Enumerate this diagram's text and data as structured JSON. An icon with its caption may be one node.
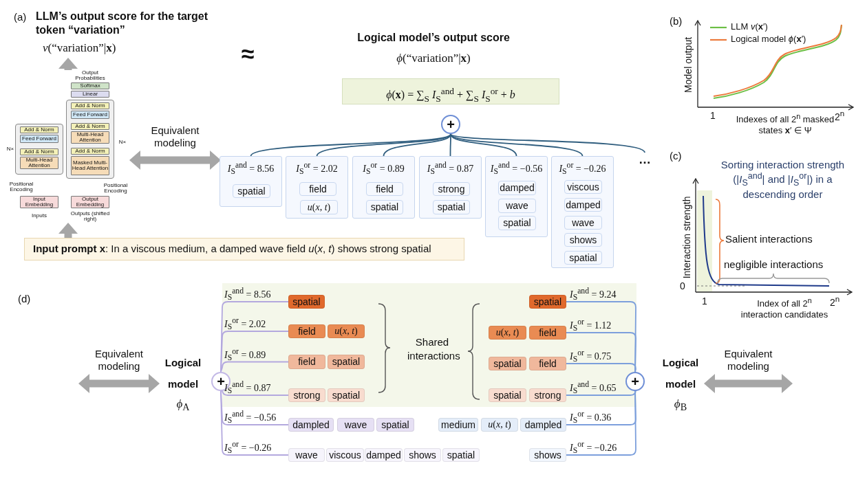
{
  "diagram": {
    "nodes": [
      {
        "text": [
          "LLM’s output score for the target token “variation”",
          "*v*(“variation”|**x**)"
        ]
      },
      {
        "text": [
          "Output Probabilities",
          "Softmax",
          "Linear",
          "Add & Norm",
          "Feed Forward",
          "Add & Norm",
          "Multi-Head Attention",
          "Add & Norm",
          "Masked Multi-Head Attention",
          "N×",
          "Add & Norm",
          "Feed Forward",
          "Add & Norm",
          "Multi-Head Attention",
          "N×",
          "Positional Encoding",
          "Positional Encoding",
          "Input Embedding",
          "Output Embedding",
          "Inputs",
          "Outputs (shifted right)"
        ]
      },
      {
        "text": [
          "**Input prompt x**: In a viscous medium, a damped wave field *u*(*x*, *t*) shows strong spatial"
        ]
      },
      {
        "text": [
          "Logical model’s output score",
          "*ϕ*(“variation”|**x**)"
        ]
      },
      {
        "text": [
          "*ϕ*(**x**) = ∑$_{S}$ *I*$_{S}$$^{and}$ + ∑$_{S}$ *I*$_{S}$$^{or}$ + *b*"
        ]
      },
      {
        "text": [
          "+"
        ]
      },
      {
        "text": [
          "*I*$_{S}$$^{and}$ = 8.56"
        ]
      },
      {
        "text": [
          "spatial"
        ],
        "in": 6
      },
      {
        "text": [
          "*I*$_{S}$$^{or}$ = 2.02"
        ]
      },
      {
        "text": [
          "field"
        ],
        "in": 8
      },
      {
        "text": [
          "*u*(*x*, *t*)"
        ],
        "in": 8
      },
      {
        "text": [
          "*I*$_{S}$$^{or}$ = 0.89"
        ]
      },
      {
        "text": [
          "field"
        ],
        "in": 11
      },
      {
        "text": [
          "spatial"
        ],
        "in": 11
      },
      {
        "text": [
          "*I*$_{S}$$^{and}$ = 0.87"
        ]
      },
      {
        "text": [
          "strong"
        ],
        "in": 14
      },
      {
        "text": [
          "spatial"
        ],
        "in": 14
      },
      {
        "text": [
          "*I*$_{S}$$^{and}$ = −0.56"
        ]
      },
      {
        "text": [
          "damped"
        ],
        "in": 17
      },
      {
        "text": [
          "wave"
        ],
        "in": 17
      },
      {
        "text": [
          "spatial"
        ],
        "in": 17
      },
      {
        "text": [
          "*I*$_{S}$$^{or}$ = −0.26"
        ]
      },
      {
        "text": [
          "viscous"
        ],
        "in": 21
      },
      {
        "text": [
          "damped"
        ],
        "in": 21
      },
      {
        "text": [
          "wave"
        ],
        "in": 21
      },
      {
        "text": [
          "shows"
        ],
        "in": 21
      },
      {
        "text": [
          "spatial"
        ],
        "in": 21
      },
      {
        "text": [
          "…"
        ]
      },
      {
        "text": [
          "Logical model",
          "*ϕ*$_{A}$"
        ]
      },
      {
        "text": [
          "+"
        ]
      },
      {
        "text": [
          "Shared interactions"
        ]
      },
      {
        "text": [
          "spatial"
        ],
        "in": 30
      },
      {
        "text": [
          "field"
        ],
        "in": 30
      },
      {
        "text": [
          "*u*(*x*, *t*)"
        ],
        "in": 30
      },
      {
        "text": [
          "field"
        ],
        "in": 30
      },
      {
        "text": [
          "spatial"
        ],
        "in": 30
      },
      {
        "text": [
          "strong"
        ],
        "in": 30
      },
      {
        "text": [
          "spatial"
        ],
        "in": 30
      },
      {
        "text": [
          "spatial"
        ],
        "in": 30
      },
      {
        "text": [
          "*u*(*x*, *t*)"
        ],
        "in": 30
      },
      {
        "text": [
          "field"
        ],
        "in": 30
      },
      {
        "text": [
          "spatial"
        ],
        "in": 30
      },
      {
        "text": [
          "field"
        ],
        "in": 30
      },
      {
        "text": [
          "spatial"
        ],
        "in": 30
      },
      {
        "text": [
          "strong"
        ],
        "in": 30
      },
      {
        "text": [
          "dampled"
        ]
      },
      {
        "text": [
          "wave"
        ]
      },
      {
        "text": [
          "spatial"
        ]
      },
      {
        "text": [
          "wave"
        ]
      },
      {
        "text": [
          "viscous"
        ]
      },
      {
        "text": [
          "damped"
        ]
      },
      {
        "text": [
          "shows"
        ]
      },
      {
        "text": [
          "spatial"
        ]
      },
      {
        "text": [
          "medium"
        ]
      },
      {
        "text": [
          "*u*(*x*, *t*)"
        ]
      },
      {
        "text": [
          "dampled"
        ]
      },
      {
        "text": [
          "shows"
        ]
      },
      {
        "text": [
          "+"
        ]
      },
      {
        "text": [
          "Logical model",
          "*ϕ*$_{B}$"
        ]
      }
    ],
    "edges": [
      {
        "from": 1,
        "to": 0,
        "arrow": "to",
        "style": "thick",
        "color": "#a6a6a6"
      },
      {
        "from": 2,
        "to": 1,
        "arrow": "to",
        "style": "thick",
        "color": "#a6a6a6"
      },
      {
        "from": 1,
        "to": 6,
        "arrow": "both",
        "label": "Equivalent modeling",
        "style": "thick",
        "color": "#a6a6a6"
      },
      {
        "from": 6,
        "to": 5,
        "arrow": "none"
      },
      {
        "from": 8,
        "to": 5,
        "arrow": "none"
      },
      {
        "from": 11,
        "to": 5,
        "arrow": "none"
      },
      {
        "from": 14,
        "to": 5,
        "arrow": "none"
      },
      {
        "from": 17,
        "to": 5,
        "arrow": "none"
      },
      {
        "from": 21,
        "to": 5,
        "arrow": "none"
      },
      {
        "from": 27,
        "to": 5,
        "arrow": "none"
      },
      {
        "from": null,
        "to": 28,
        "arrow": "both",
        "label": "Equivalent modeling",
        "style": "thick",
        "color": "#a6a6a6"
      },
      {
        "from": 29,
        "to": 31,
        "arrow": "none",
        "label": "*I*$_{S}$$^{and}$ = 8.56",
        "color": "#b3a8de"
      },
      {
        "from": 29,
        "to": 32,
        "arrow": "none",
        "label": "*I*$_{S}$$^{or}$ = 2.02",
        "color": "#b3a8de"
      },
      {
        "from": 29,
        "to": 34,
        "arrow": "none",
        "label": "*I*$_{S}$$^{or}$ = 0.89",
        "color": "#b3a8de"
      },
      {
        "from": 29,
        "to": 36,
        "arrow": "none",
        "label": "*I*$_{S}$$^{and}$ = 0.87",
        "color": "#b3a8de"
      },
      {
        "from": 29,
        "to": 45,
        "arrow": "none",
        "label": "*I*$_{S}$$^{and}$ = −0.56",
        "color": "#b3a8de"
      },
      {
        "from": 29,
        "to": 48,
        "arrow": "none",
        "label": "*I*$_{S}$$^{or}$ = −0.26",
        "color": "#b3a8de"
      },
      {
        "from": 57,
        "to": 38,
        "arrow": "none",
        "label": "*I*$_{S}$$^{and}$ = 9.24",
        "color": "#7c9fdc"
      },
      {
        "from": 57,
        "to": 40,
        "arrow": "none",
        "label": "*I*$_{S}$$^{or}$ = 1.12",
        "color": "#7c9fdc"
      },
      {
        "from": 57,
        "to": 42,
        "arrow": "none",
        "label": "*I*$_{S}$$^{or}$ = 0.75",
        "color": "#7c9fdc"
      },
      {
        "from": 57,
        "to": 44,
        "arrow": "none",
        "label": "*I*$_{S}$$^{and}$ = 0.65",
        "color": "#7c9fdc"
      },
      {
        "from": 57,
        "to": 55,
        "arrow": "none",
        "label": "*I*$_{S}$$^{or}$ = 0.36",
        "color": "#7c9fdc"
      },
      {
        "from": 57,
        "to": 56,
        "arrow": "none",
        "label": "*I*$_{S}$$^{or}$ = −0.26",
        "color": "#7c9fdc"
      },
      {
        "from": 58,
        "to": null,
        "arrow": "both",
        "label": "Equivalent modeling",
        "style": "thick",
        "color": "#a6a6a6"
      }
    ],
    "labels": [
      "(a)",
      "≈",
      "(b)",
      "Model output",
      "1",
      "Indexes of all 2$^{n}$ masked states **x**′ ∈ Ψ",
      "2$^{n}$",
      "(c)",
      "Sorting interaction strength (|*I*$_{S}$$^{and}$| and |*I*$_{S}$$^{or}$|) in a descending order",
      "Interaction strength",
      "Salient interactions",
      "negligible interactions",
      "0",
      "1",
      "Index of all 2$^{n}$ interaction candidates",
      "2$^{n}$",
      "(d)"
    ],
    "legend": [
      {
        "text": "LLM *v*(**x**′)"
      },
      {
        "text": "Logical model *ϕ*(**x**′)"
      }
    ]
  }
}
